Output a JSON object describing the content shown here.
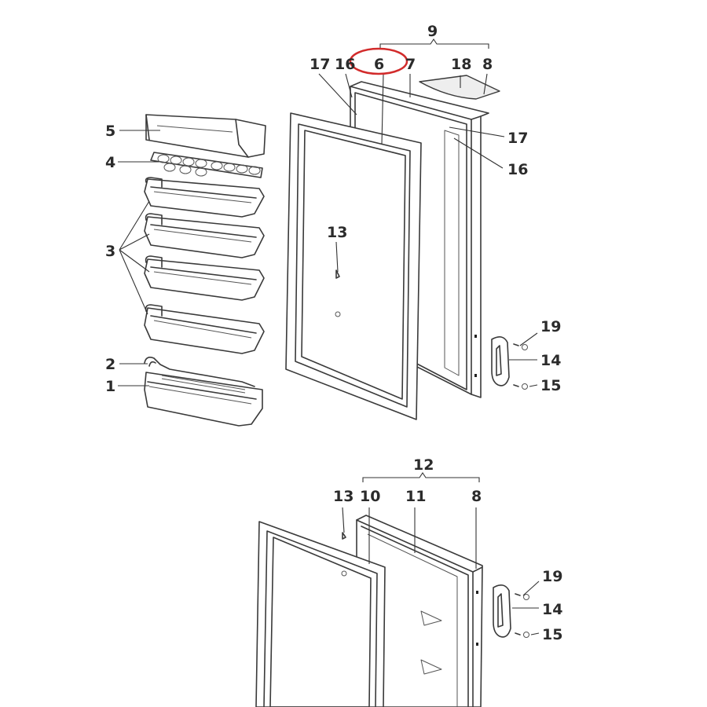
{
  "diagram": {
    "highlight_color": "#d22b2b",
    "highlighted_callout": "6",
    "callouts": {
      "c1": "1",
      "c2": "2",
      "c3": "3",
      "c4": "4",
      "c5": "5",
      "c9": "9",
      "c17a": "17",
      "c16a": "16",
      "c6": "6",
      "c7": "7",
      "c18": "18",
      "c8a": "8",
      "c17b": "17",
      "c16b": "16",
      "c13a": "13",
      "c19a": "19",
      "c14a": "14",
      "c15a": "15",
      "c12": "12",
      "c13b": "13",
      "c10": "10",
      "c11": "11",
      "c8b": "8",
      "c19b": "19",
      "c14b": "14",
      "c15b": "15"
    }
  }
}
